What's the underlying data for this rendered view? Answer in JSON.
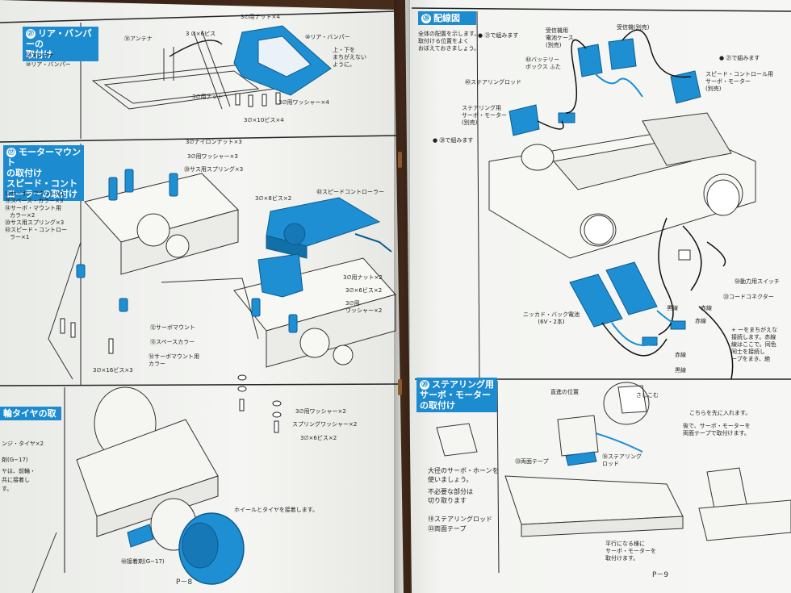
{
  "left_page": {
    "page_number": "P－8",
    "section_rear_bumper": {
      "title_line1": "リア・バンパーの",
      "title_line2": "取付け",
      "parts": [
        "⑭アンテナ",
        "⑩リア・バンパー"
      ],
      "labels": {
        "antenna": "⑭アンテナ",
        "screw": "3 ∅×6ビス",
        "nut4_top": "3∅用ナット×4",
        "bumper": "⑩リア・バンパー",
        "note": "上・下を\nまちがえない\nように。",
        "nut_lower": "3∅用ナット",
        "washer4": "3∅用ワッシャー×4",
        "screw10x4": "3∅×10ビス×4"
      }
    },
    "section_motor_mount": {
      "title_line1": "モーターマウント",
      "title_line2": "の取付け",
      "title_line3": "スピード・コント",
      "title_line4": "ローラーの取付け",
      "parts": [
        "⑫サーボ・マウント×1",
        "⑬スペース・カラー×3",
        "⑭サーボ・マウント用",
        "カラー×2",
        "⑳サス用スプリング×3",
        "㊸スピード・コントロー",
        "ラー×1"
      ],
      "labels": {
        "nylon_nut": "3∅ナイロンナット×3",
        "washer3": "3∅用ワッシャー×3",
        "spring3": "⑳サス用スプリング×3",
        "screw8x2": "3∅×8ビス×2",
        "speed_ctrl": "㊸スピードコントローラー",
        "nut2": "3∅用ナット×2",
        "screw6x2a": "3∅×6ビス×2",
        "washer_r": "3∅用\nワッシャー×2",
        "servo_mount": "⑫サーボマウント",
        "space_collar": "⑬スペースカラー",
        "servo_collar": "⑭サーボマウント用\nカラー",
        "screw16x3": "3∅×16ビス×3",
        "washer2b": "3∅用ワッシャー×2",
        "spring_washer": "スプリングワッシャー×2",
        "screw6x2b": "3∅×6ビス×2"
      }
    },
    "section_tire": {
      "title": "輪タイヤの取",
      "parts": [
        "ンジ・タイヤ×2",
        "剤(G−17)",
        "ヤは、前輪・",
        "共に接着し",
        "す。"
      ],
      "labels": {
        "wheel_note": "ホイールとタイヤを接着します。",
        "glue": "㊽接着剤(G−17)"
      }
    }
  },
  "right_page": {
    "page_number": "P－9",
    "section_wiring": {
      "title": "配線図",
      "intro": "全体の配置を示します。\n取付ける位置をよく\nおぼえておきましょう。",
      "labels": {
        "step21": "● ㉑で組みます",
        "receiver": "受信機(別売)",
        "battery_case": "受信機用\n電池ケース\n(別売)",
        "battery_box": "㊹バッテリー\nボックス ふた",
        "step21b": "● ㉑で組みます",
        "steering_rod": "㊵ステアリングロッド",
        "steering_servo": "ステアリング用\nサーボ・モーター\n(別売)",
        "speed_servo": "スピード・コントロール用\nサーボ・モーター\n(別売)",
        "step20": "● ⑳で組みます",
        "power_switch": "㊿動力用スイッチ",
        "cord_connector": "㉓コードコネクター",
        "nicad": "ニッカド・バック電池\n(6V・2本)",
        "black1": "黒線",
        "red1": "赤線",
        "red2": "赤線",
        "black2": "黒線",
        "red3": "赤線",
        "side_note": "+ ーをまちがえな\n接続します。赤線\n線はここで。同色\n同士を接続し\nープをまき、絶"
      }
    },
    "section_steering_servo": {
      "title_line1": "ステアリング用",
      "title_line2": "サーボ・モーター",
      "title_line3": "の取付け",
      "note1": "大径のサーボ・ホーンを\n使いましょう。",
      "note2": "不必要な部分は\n切り取ります",
      "parts": [
        "⑱ステアリングロッド",
        "㉝両面テープ"
      ],
      "labels": {
        "straight": "直進の位置",
        "insert": "さしこむ",
        "first": "こちらを先に入れます。",
        "later": "後で、サーボ・モーターを\n両面テープで取付けます。",
        "tape": "㉝両面テープ",
        "rod": "⑱ステアリング\nロッド",
        "parallel": "平行になる様に\nサーボ・モーターを\n取付けます。"
      }
    }
  },
  "colors": {
    "accent_blue": "#1c8bcf",
    "ink": "#222222",
    "paper": "#f3f4f1"
  }
}
